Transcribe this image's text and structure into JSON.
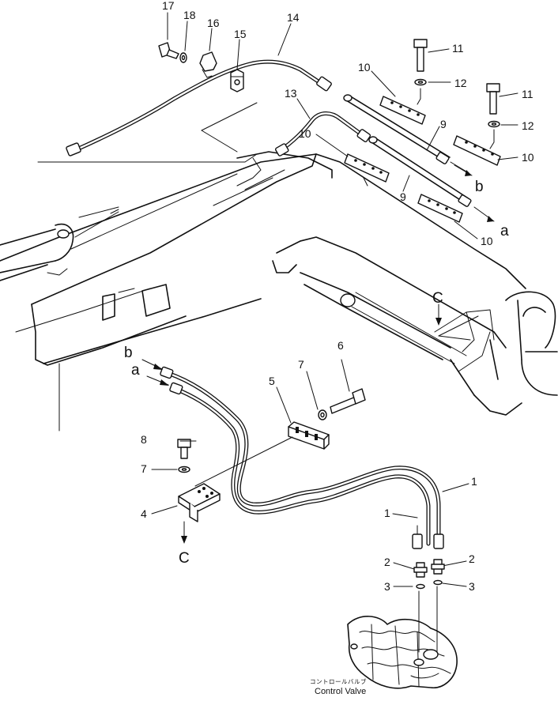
{
  "callouts": [
    {
      "id": "c17",
      "label": "17"
    },
    {
      "id": "c18",
      "label": "18"
    },
    {
      "id": "c16",
      "label": "16"
    },
    {
      "id": "c15",
      "label": "15"
    },
    {
      "id": "c14",
      "label": "14"
    },
    {
      "id": "c13",
      "label": "13"
    },
    {
      "id": "c10a",
      "label": "10"
    },
    {
      "id": "c10b",
      "label": "10"
    },
    {
      "id": "c10c",
      "label": "10"
    },
    {
      "id": "c10d",
      "label": "10"
    },
    {
      "id": "c11a",
      "label": "11"
    },
    {
      "id": "c11b",
      "label": "11"
    },
    {
      "id": "c12a",
      "label": "12"
    },
    {
      "id": "c12b",
      "label": "12"
    },
    {
      "id": "c9a",
      "label": "9"
    },
    {
      "id": "c9b",
      "label": "9"
    },
    {
      "id": "c6",
      "label": "6"
    },
    {
      "id": "c7a",
      "label": "7"
    },
    {
      "id": "c7b",
      "label": "7"
    },
    {
      "id": "c5",
      "label": "5"
    },
    {
      "id": "c8",
      "label": "8"
    },
    {
      "id": "c4",
      "label": "4"
    },
    {
      "id": "c1a",
      "label": "1"
    },
    {
      "id": "c1b",
      "label": "1"
    },
    {
      "id": "c2a",
      "label": "2"
    },
    {
      "id": "c2b",
      "label": "2"
    },
    {
      "id": "c3a",
      "label": "3"
    },
    {
      "id": "c3b",
      "label": "3"
    }
  ],
  "letters": {
    "b_top": "b",
    "a_top": "a",
    "b_left": "b",
    "a_left": "a",
    "c_boom": "C",
    "c_bracket": "C"
  },
  "caption": {
    "jp": "コントロールバルブ",
    "en": "Control Valve"
  }
}
